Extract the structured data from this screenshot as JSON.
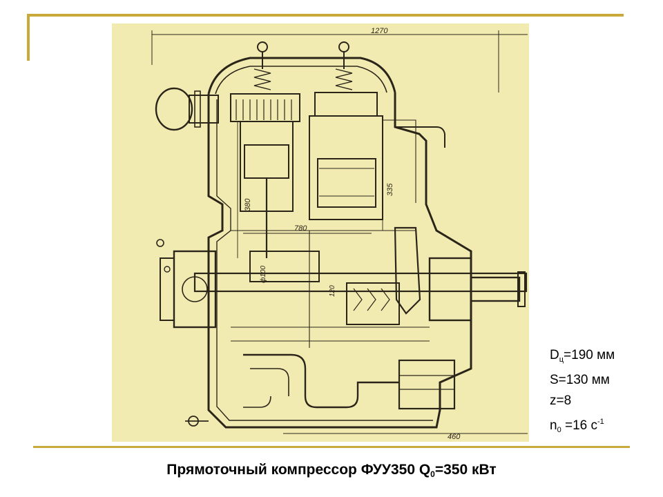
{
  "drawing": {
    "dimensions": {
      "overall_width": "1270",
      "cylinder_height": "380",
      "stroke_height": "335",
      "crank_span": "780",
      "shaft_diameter": "ф100",
      "bearing_height": "120",
      "bottom_width": "460"
    }
  },
  "params": {
    "d_symbol": "D",
    "d_sub": "ц",
    "d_value": "=190 мм",
    "s_line": "S=130 мм",
    "z_line": "z=8",
    "n_symbol": "n",
    "n_sub": "0",
    "n_value": " =16 с",
    "n_sup": "-1"
  },
  "caption": {
    "prefix": "Прямоточный компрессор ФУУ350  Q",
    "sub": "0",
    "suffix": "=350 кВт"
  }
}
